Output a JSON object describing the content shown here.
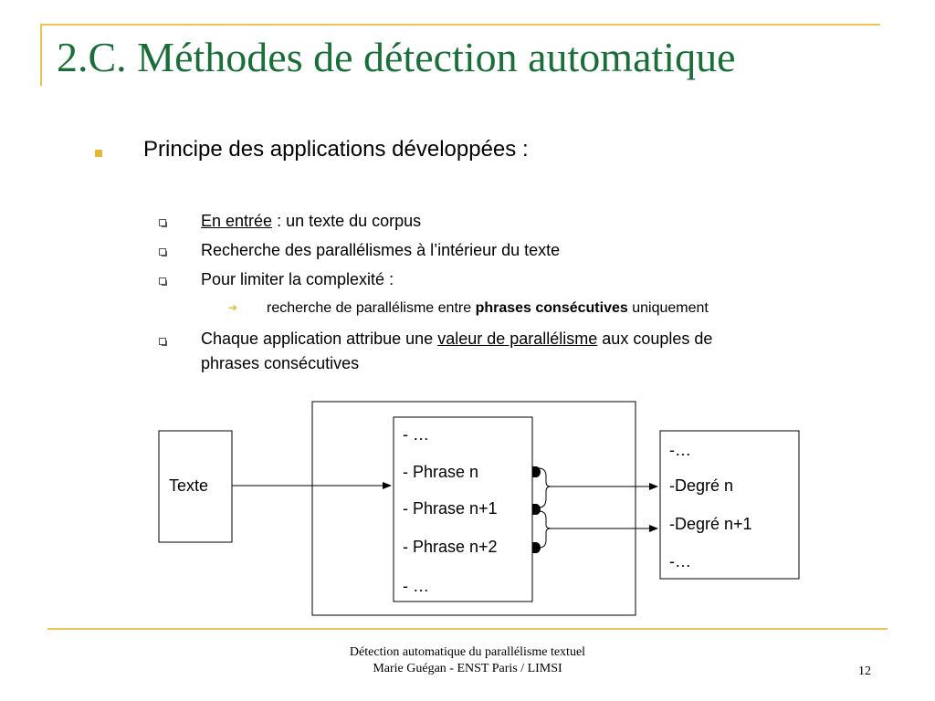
{
  "slide": {
    "title": "2.C. Méthodes de détection automatique",
    "main_bullet": "Principe des applications développées :",
    "sub_bullets": {
      "entree_label": "En entrée",
      "entree_rest": " : un texte du corpus",
      "recherche": "Recherche des parallélismes à l’intérieur du texte",
      "limiter": "Pour limiter la complexité :",
      "arrow_text_a": "recherche de parallélisme entre ",
      "arrow_text_bold": "phrases consécutives",
      "arrow_text_b": " uniquement",
      "chaque_a": "Chaque application attribue une ",
      "chaque_link": "valeur de parallélisme",
      "chaque_b": " aux couples de",
      "chaque_line2": "phrases consécutives"
    }
  },
  "diagram": {
    "input_box": "Texte",
    "middle_items": [
      "- …",
      "- Phrase n",
      "- Phrase n+1",
      "- Phrase n+2",
      "- …"
    ],
    "output_items": [
      "-…",
      "-Degré n",
      "-Degré n+1",
      "-…"
    ]
  },
  "footer": {
    "line1": "Détection automatique du parallélisme textuel",
    "line2": "Marie Guégan - ENST Paris / LIMSI",
    "page": "12"
  },
  "colors": {
    "title": "#1b6e3a",
    "accent": "#e2b93b",
    "rule": "#e8c45a"
  }
}
